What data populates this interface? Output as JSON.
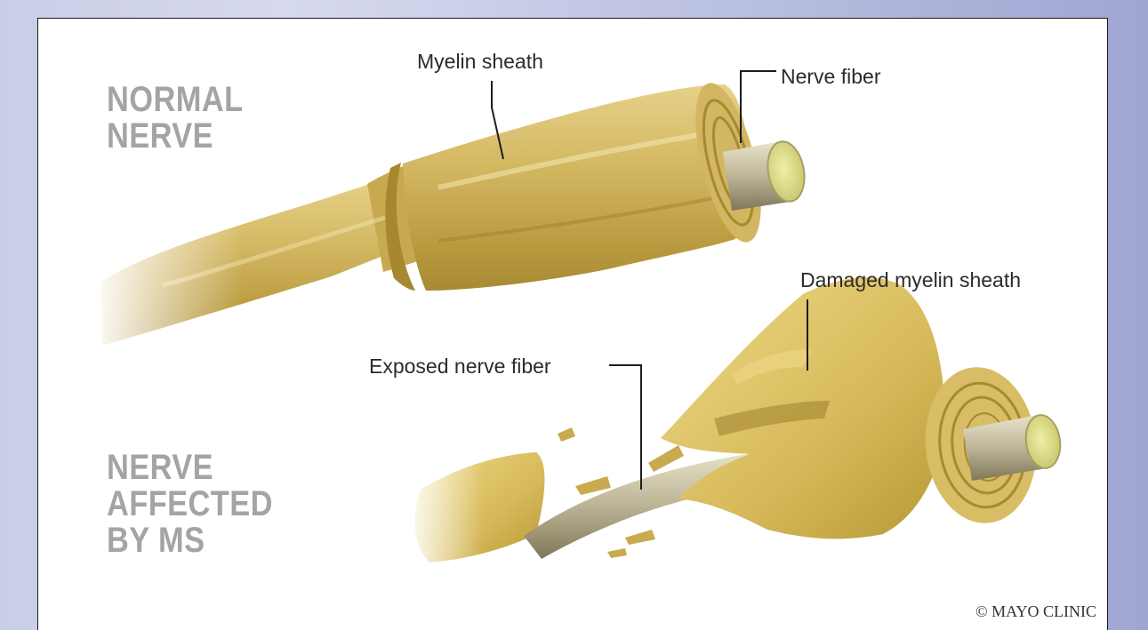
{
  "headings": {
    "normal": [
      "NORMAL",
      "NERVE"
    ],
    "ms": [
      "NERVE",
      "AFFECTED",
      "BY MS"
    ]
  },
  "callouts": {
    "myelin_sheath": "Myelin sheath",
    "nerve_fiber": "Nerve fiber",
    "damaged_myelin_sheath": "Damaged myelin sheath",
    "exposed_nerve_fiber": "Exposed nerve fiber"
  },
  "copyright": "© MAYO CLINIC",
  "colors": {
    "background_light": "#d7daee",
    "background_dark": "#9ea6d2",
    "heading_gray": "#a4a4a4",
    "myelin_gold": "#cdb35f",
    "myelin_shadow": "#9c7f2c",
    "fiber_gray": "#b3ab8f",
    "fiber_end_yellow": "#d8dc86"
  }
}
